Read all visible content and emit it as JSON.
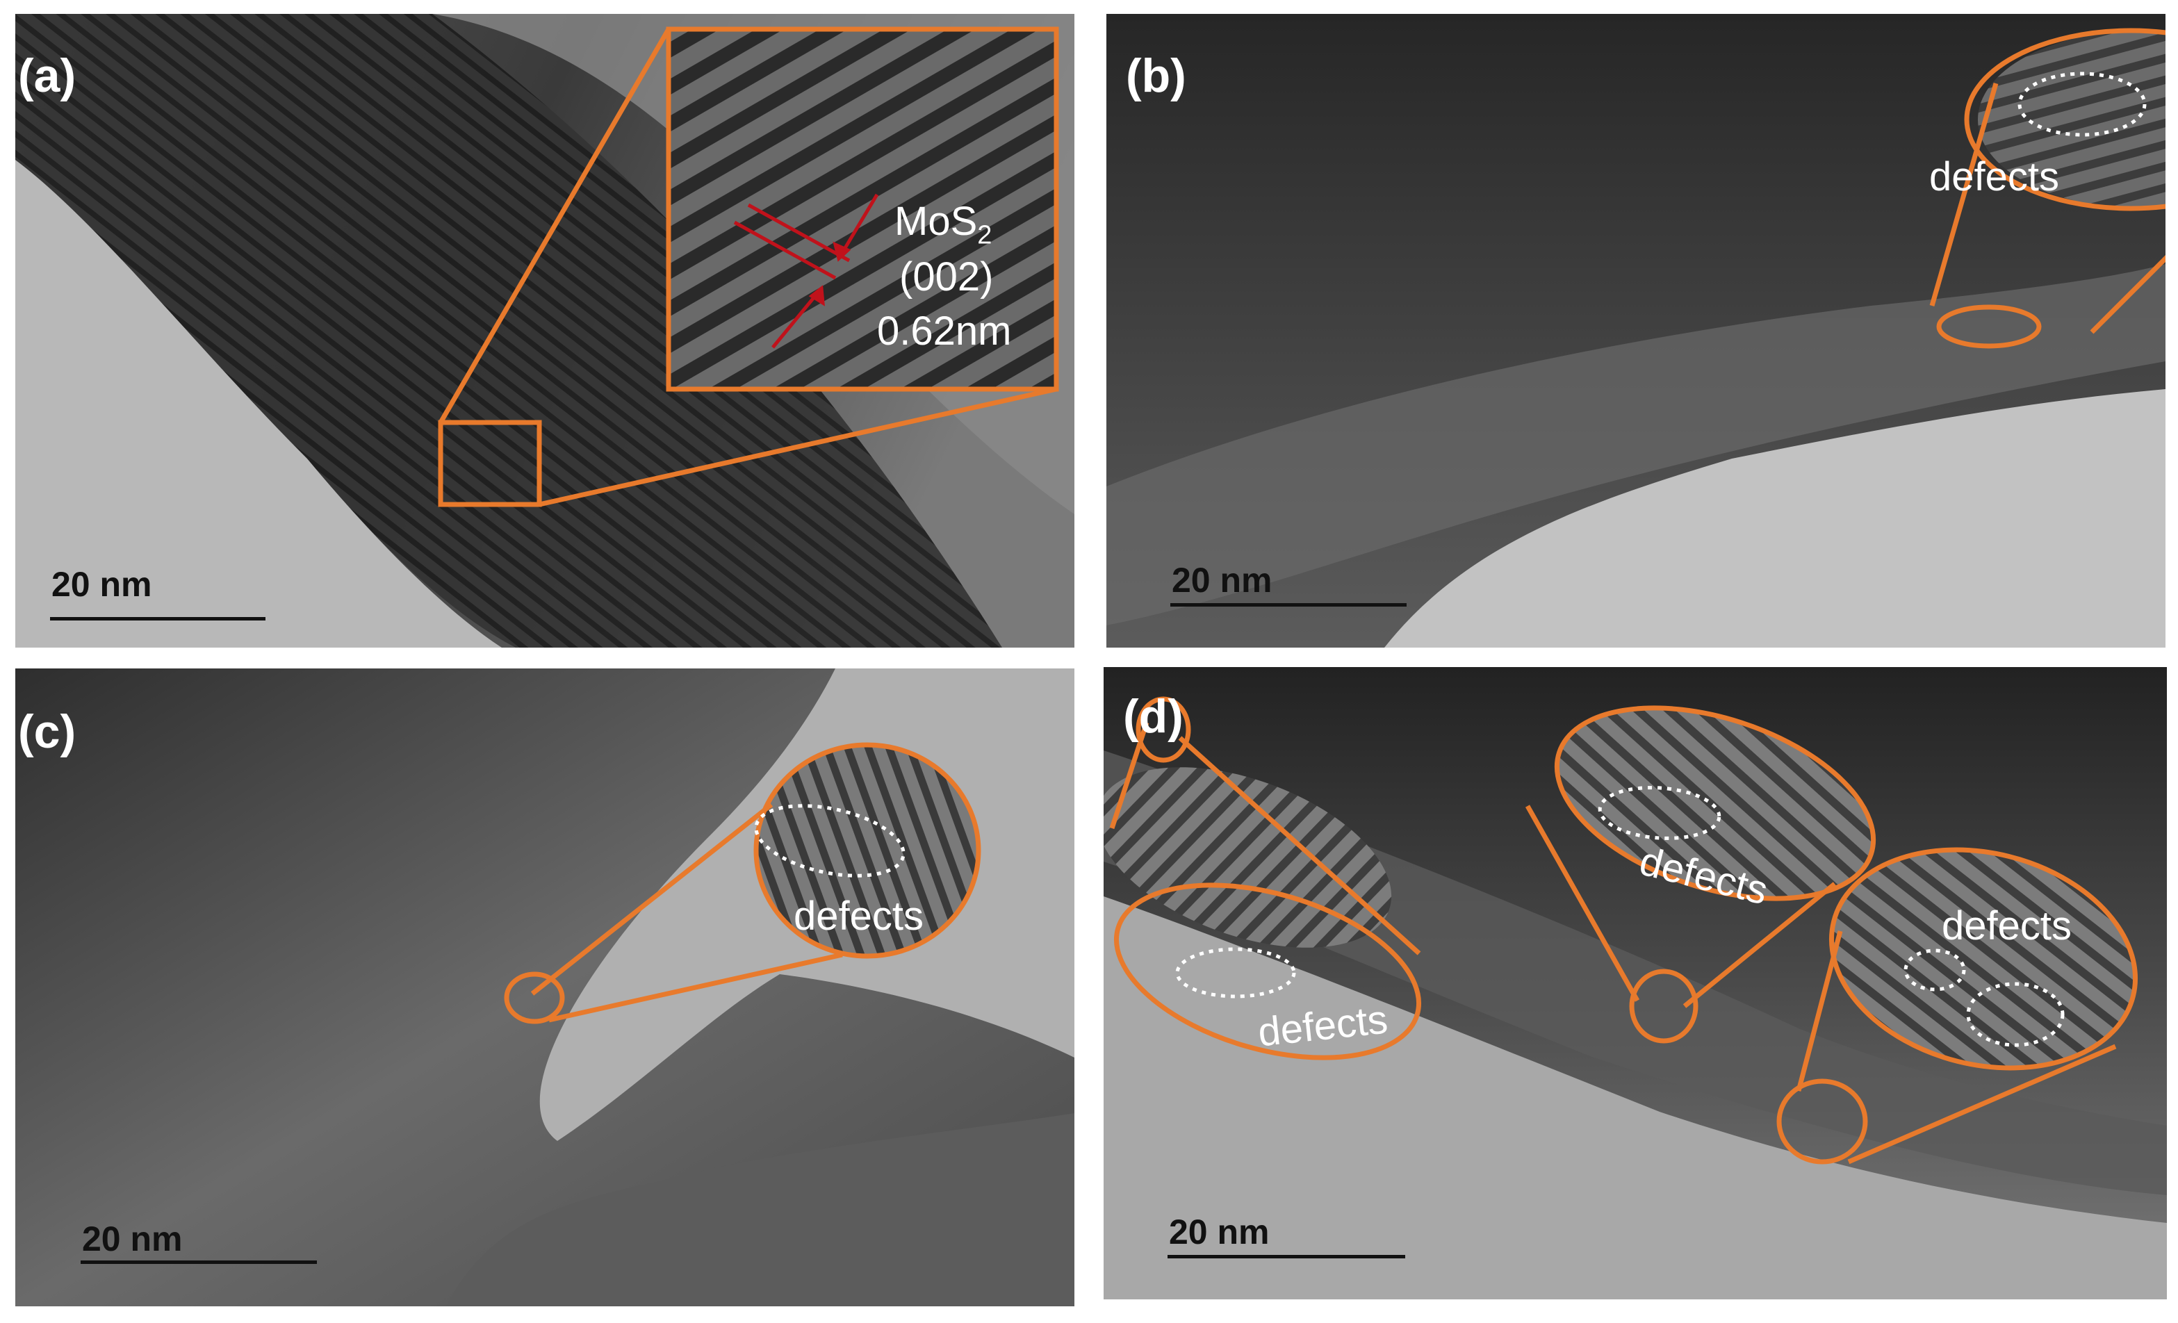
{
  "panels": {
    "a": {
      "label": "(a)",
      "scale_bar": "20 nm",
      "inset": {
        "compound_base": "MoS",
        "compound_sub": "2",
        "plane": "(002)",
        "spacing": "0.62nm"
      }
    },
    "b": {
      "label": "(b)",
      "scale_bar": "20 nm",
      "defect_label": "defects"
    },
    "c": {
      "label": "(c)",
      "scale_bar": "20 nm",
      "defect_label": "defects"
    },
    "d": {
      "label": "(d)",
      "scale_bar": "20 nm",
      "defect_labels": [
        "defects",
        "defects",
        "defects"
      ]
    }
  },
  "colors": {
    "callout": "#e87a2c",
    "lattice_marker": "#c0121b",
    "label_text": "#ffffff",
    "scale_bar": "#111111"
  }
}
